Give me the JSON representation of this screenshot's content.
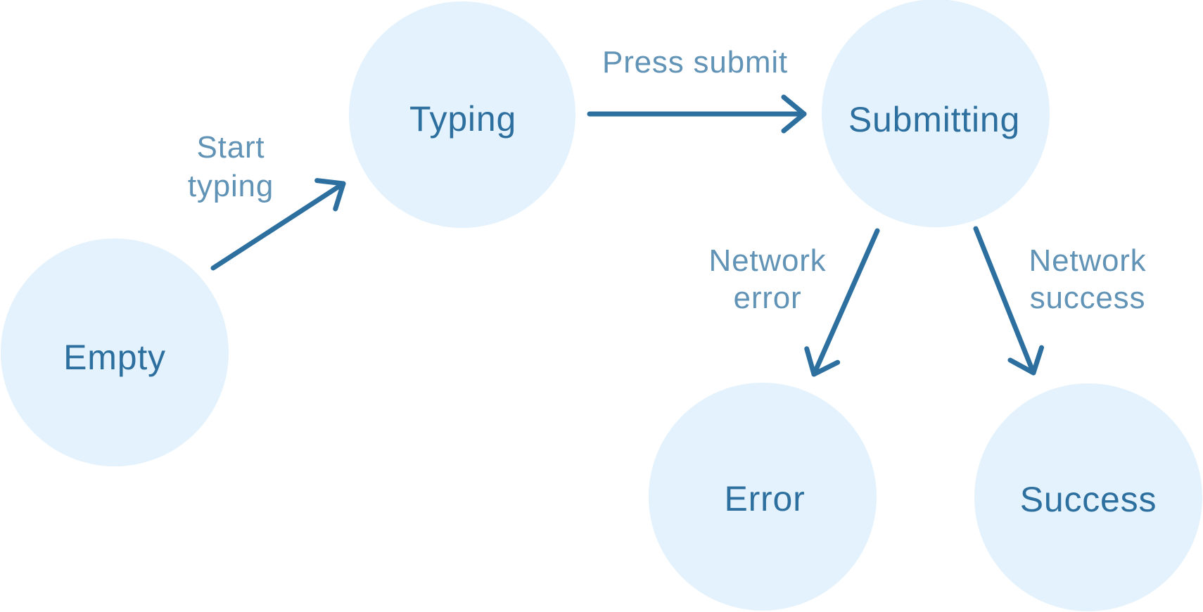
{
  "diagram": {
    "title": "form-state-machine",
    "colors": {
      "node_fill": "#E3F2FC",
      "node_text": "#2D6F9E",
      "arrow": "#2D709F",
      "edge_label": "#2D6F9E",
      "edge_label_opacity": 0.75,
      "bg": "#FFFFFF"
    },
    "nodes": [
      {
        "id": "empty",
        "label": "Empty"
      },
      {
        "id": "typing",
        "label": "Typing"
      },
      {
        "id": "submitting",
        "label": "Submitting"
      },
      {
        "id": "error",
        "label": "Error"
      },
      {
        "id": "success",
        "label": "Success"
      }
    ],
    "edges": [
      {
        "from": "empty",
        "to": "typing",
        "lines": [
          "Start",
          "typing"
        ]
      },
      {
        "from": "typing",
        "to": "submitting",
        "lines": [
          "Press submit"
        ]
      },
      {
        "from": "submitting",
        "to": "error",
        "lines": [
          "Network",
          "error"
        ]
      },
      {
        "from": "submitting",
        "to": "success",
        "lines": [
          "Network",
          "success"
        ]
      }
    ]
  }
}
